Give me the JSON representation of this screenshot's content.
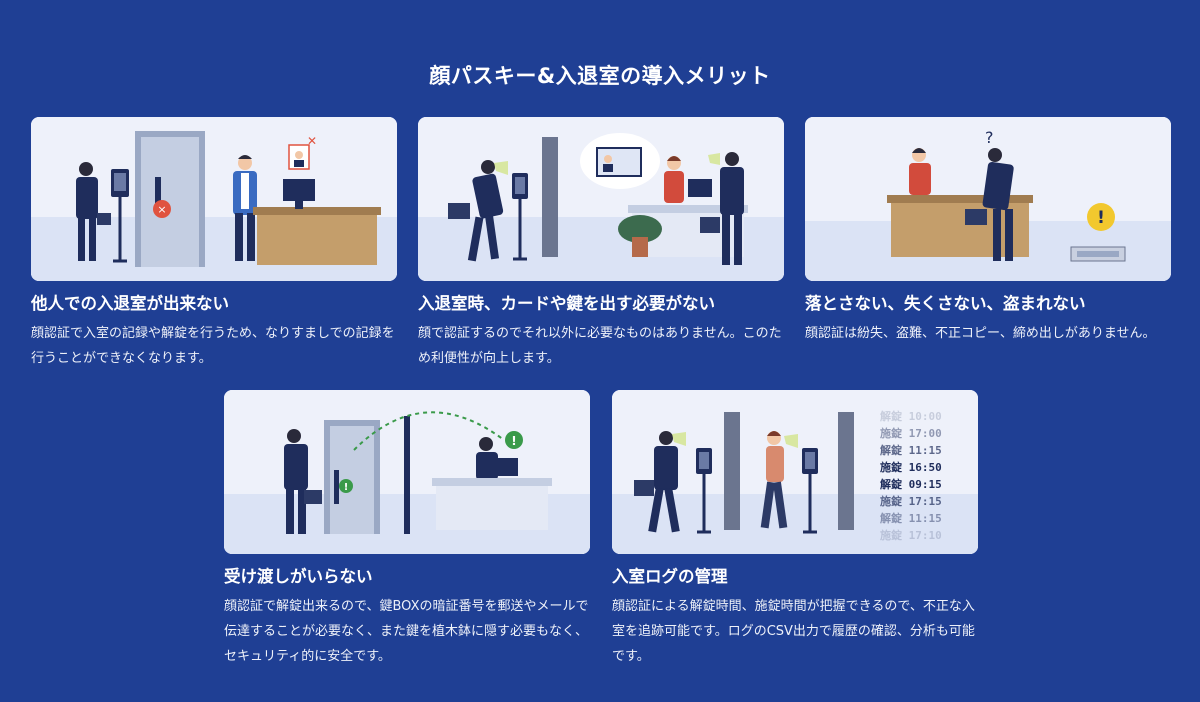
{
  "page": {
    "title": "顔パスキー&入退室の導入メリット"
  },
  "cards": [
    {
      "title": "他人での入退室が出来ない",
      "body": "顔認証で入室の記録や解錠を行うため、なりすましでの記録を行うことができなくなります。"
    },
    {
      "title": "入退室時、カードや鍵を出す必要がない",
      "body": "顔で認証するのでそれ以外に必要なものはありません。このため利便性が向上します。"
    },
    {
      "title": "落とさない、失くさない、盗まれない",
      "body": "顔認証は紛失、盗難、不正コピー、締め出しがありません。"
    },
    {
      "title": "受け渡しがいらない",
      "body": "顔認証で解錠出来るので、鍵BOXの暗証番号を郵送やメールで伝達することが必要なく、また鍵を植木鉢に隠す必要もなく、セキュリティ的に安全です。"
    },
    {
      "title": "入室ログの管理",
      "body": "顔認証による解錠時間、施錠時間が把握できるので、不正な入室を追跡可能です。ログのCSV出力で履歴の確認、分析も可能です。"
    }
  ],
  "log_entries": [
    {
      "label": "解錠",
      "time": "10:00"
    },
    {
      "label": "施錠",
      "time": "17:00"
    },
    {
      "label": "解錠",
      "time": "11:15"
    },
    {
      "label": "施錠",
      "time": "16:50"
    },
    {
      "label": "解錠",
      "time": "09:15"
    },
    {
      "label": "施錠",
      "time": "17:15"
    },
    {
      "label": "解錠",
      "time": "11:15"
    },
    {
      "label": "施錠",
      "time": "17:10"
    }
  ],
  "colors": {
    "background": "#1f3f94",
    "suit": "#1f2d5c",
    "desk": "#b89464",
    "alert_red": "#e0533f",
    "ok_green": "#3a9a4a",
    "warning_yellow": "#f2c82e"
  }
}
